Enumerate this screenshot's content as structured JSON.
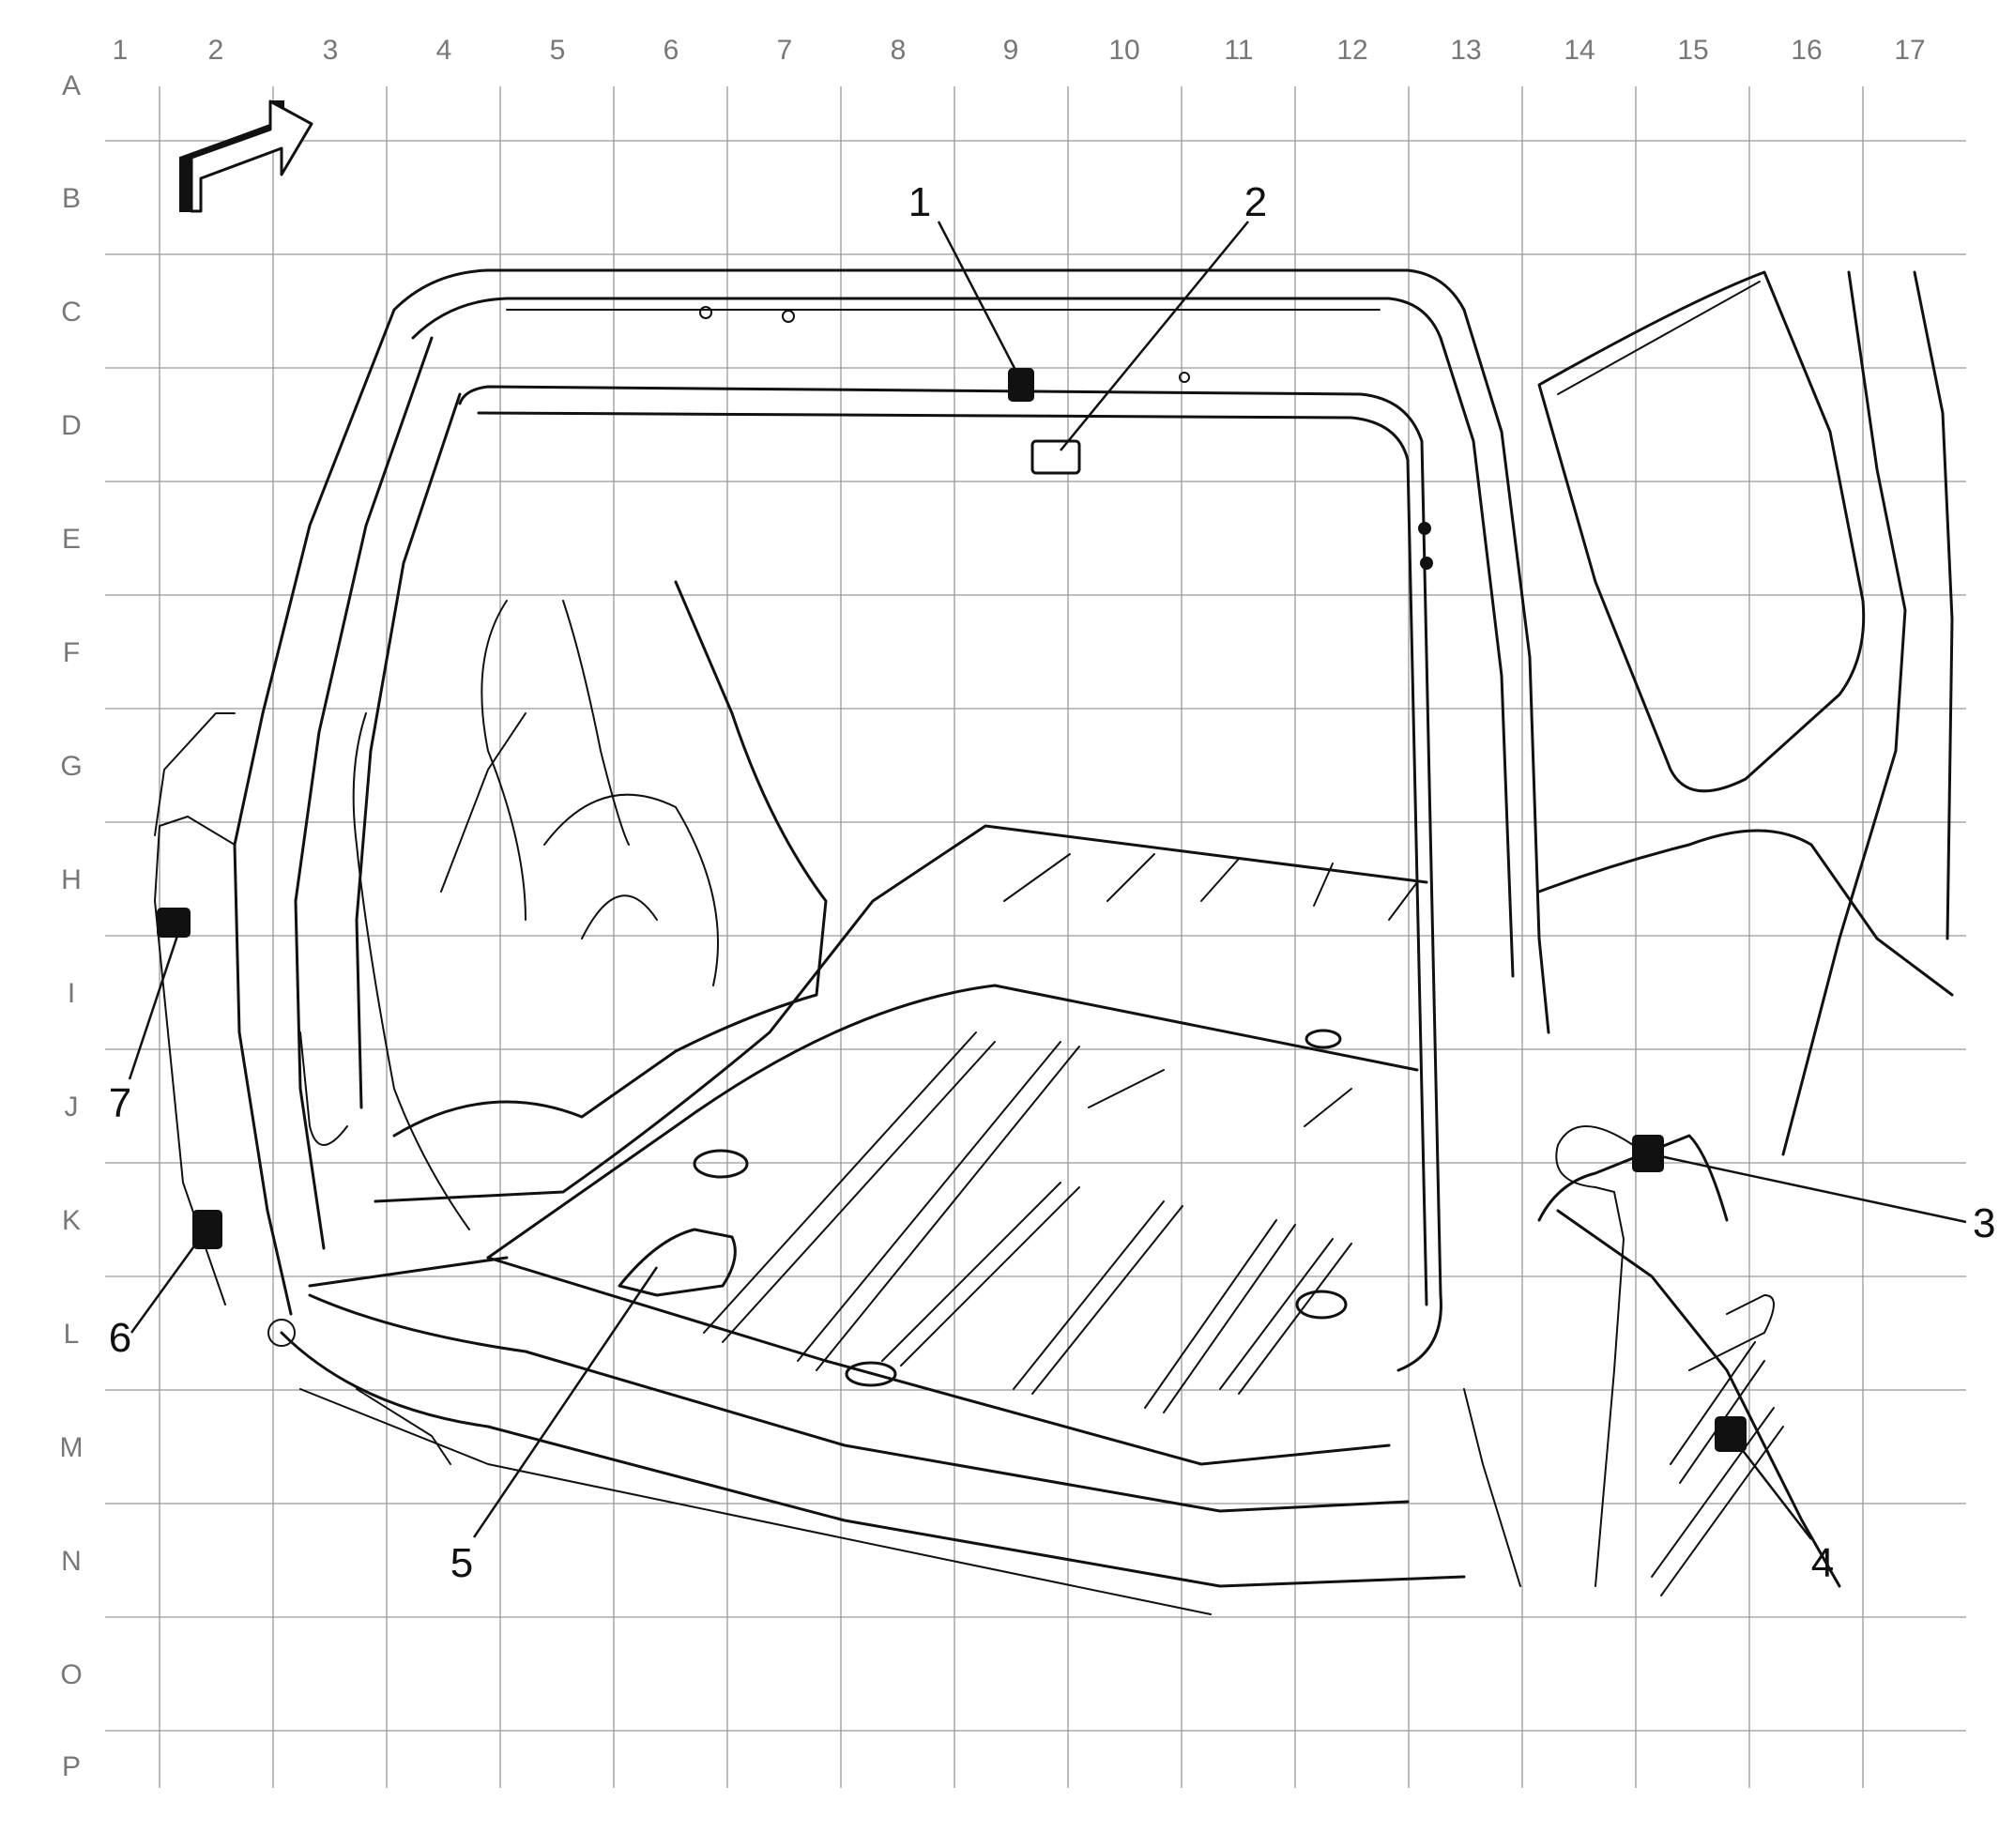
{
  "grid": {
    "columns": [
      "1",
      "2",
      "3",
      "4",
      "5",
      "6",
      "7",
      "8",
      "9",
      "10",
      "11",
      "12",
      "13",
      "14",
      "15",
      "16",
      "17"
    ],
    "rows": [
      "A",
      "B",
      "C",
      "D",
      "E",
      "F",
      "G",
      "H",
      "I",
      "J",
      "K",
      "L",
      "M",
      "N",
      "O",
      "P"
    ]
  },
  "callouts": [
    {
      "id": "1",
      "label": "1"
    },
    {
      "id": "2",
      "label": "2"
    },
    {
      "id": "3",
      "label": "3"
    },
    {
      "id": "4",
      "label": "4"
    },
    {
      "id": "5",
      "label": "5"
    },
    {
      "id": "6",
      "label": "6"
    },
    {
      "id": "7",
      "label": "7"
    }
  ],
  "icons": {
    "orientation": "front-direction-arrow-icon"
  },
  "colors": {
    "grid": "#999999",
    "ink": "#111111",
    "labels": "#777777"
  }
}
